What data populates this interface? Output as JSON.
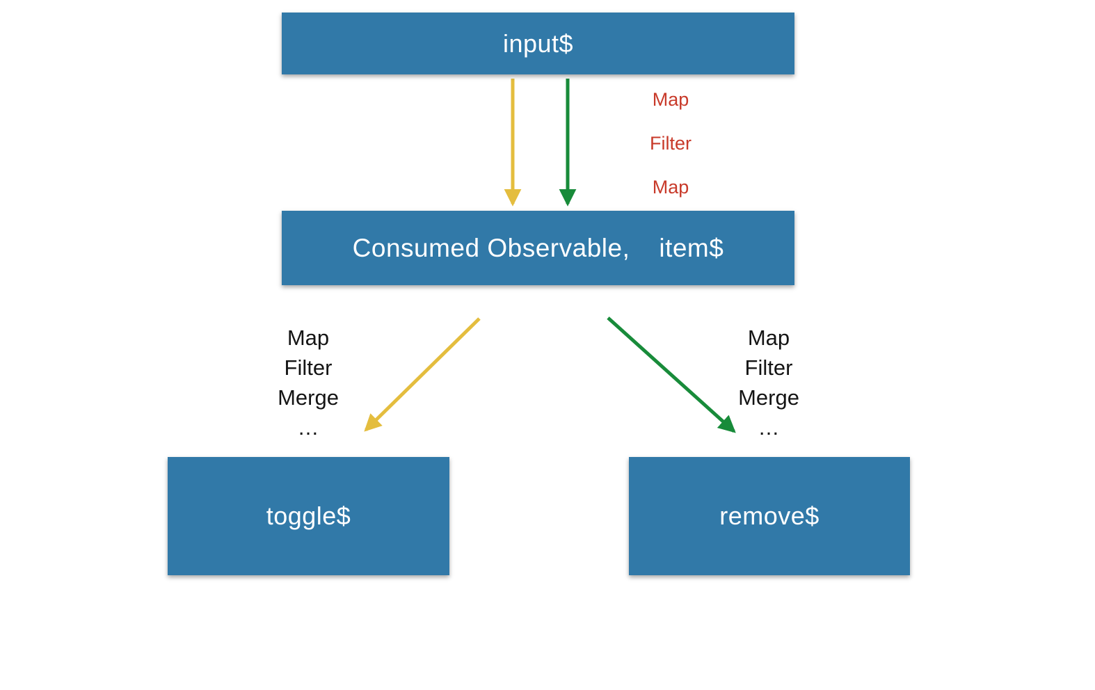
{
  "colors": {
    "node_blue": "#3179a8",
    "arrow_yellow": "#e4bd3e",
    "arrow_green": "#188b3a",
    "operator_red": "#c83a2a",
    "operator_black": "#141414",
    "node_text_white": "#ffffff"
  },
  "nodes": {
    "input": {
      "label": "input$"
    },
    "consumed": {
      "label_left": "Consumed Observable,",
      "label_right": "item$"
    },
    "toggle": {
      "label": "toggle$"
    },
    "remove": {
      "label": "remove$"
    }
  },
  "edge_labels": {
    "top_ops": [
      "Map",
      "Filter",
      "Map"
    ],
    "left_ops": [
      "Map",
      "Filter",
      "Merge",
      "…"
    ],
    "right_ops": [
      "Map",
      "Filter",
      "Merge",
      "…"
    ]
  }
}
